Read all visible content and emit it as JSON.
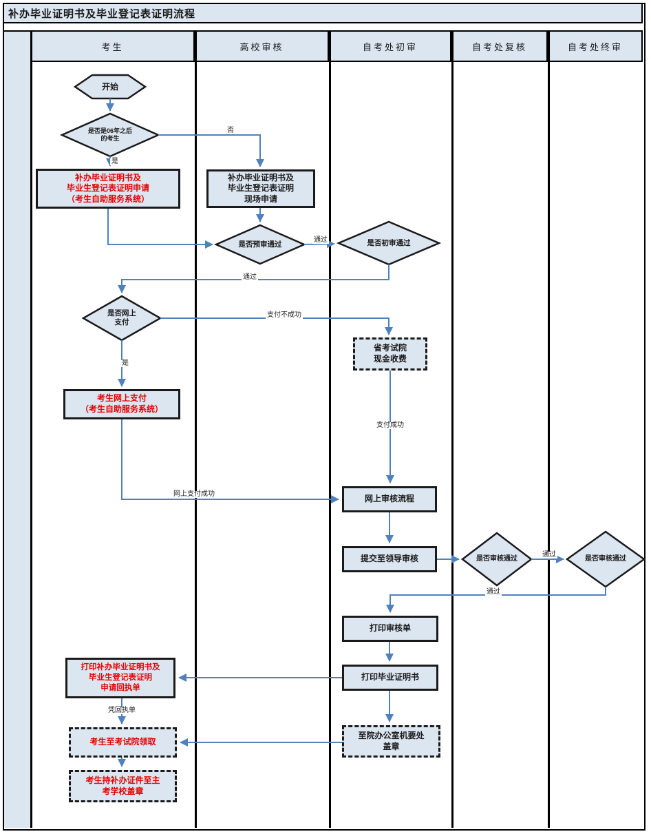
{
  "title": "补办毕业证明书及毕业登记表证明流程",
  "colors": {
    "arrow_blue": "#4f81bd",
    "shape_fill": "#dce6f1",
    "red_text": "#e60000"
  },
  "lanes": [
    {
      "label": "考生"
    },
    {
      "label": "高校审核"
    },
    {
      "label": "自考处初审"
    },
    {
      "label": "自考处复核"
    },
    {
      "label": "自考处终审"
    }
  ],
  "nodes": {
    "start": {
      "label": "开始"
    },
    "d_after2006": {
      "label": "是否是06年之后\n的考生"
    },
    "apply_online": {
      "label": "补办毕业证明书及\n毕业生登记表证明申请\n（考生自助服务系统）"
    },
    "apply_onsite": {
      "label": "补办毕业证明书及\n毕业生登记表证明\n现场申请"
    },
    "d_preaudit": {
      "label": "是否预审通过"
    },
    "d_firstaudit": {
      "label": "是否初审通过"
    },
    "d_onlinepay": {
      "label": "是否网上\n支付"
    },
    "cash_fee": {
      "label": "省考试院\n现金收费"
    },
    "pay_online": {
      "label": "考生网上支付\n（考生自助服务系统）"
    },
    "online_review": {
      "label": "网上审核流程"
    },
    "submit_leader": {
      "label": "提交至领导审核"
    },
    "d_recheck": {
      "label": "是否审核通过"
    },
    "d_final": {
      "label": "是否审核通过"
    },
    "print_audit": {
      "label": "打印审核单"
    },
    "print_cert": {
      "label": "打印毕业证明书"
    },
    "office_stamp": {
      "label": "至院办公室机要处\n盖章"
    },
    "print_receipt": {
      "label": "打印补办毕业证明书及\n毕业生登记表证明\n申请回执单"
    },
    "collect": {
      "label": "考生至考试院领取"
    },
    "school_stamp": {
      "label": "考生持补办证件至主\n考学校盖章"
    }
  },
  "edge_labels": {
    "no": "否",
    "yes_after2006": "是",
    "pass_pre": "通过",
    "pass_first": "通过",
    "pay_fail": "支付不成功",
    "yes_pay": "是",
    "pay_success": "支付成功",
    "online_pay_success": "网上支付成功",
    "pass_recheck": "通过",
    "pass_final": "通过",
    "with_receipt": "凭回执单"
  }
}
